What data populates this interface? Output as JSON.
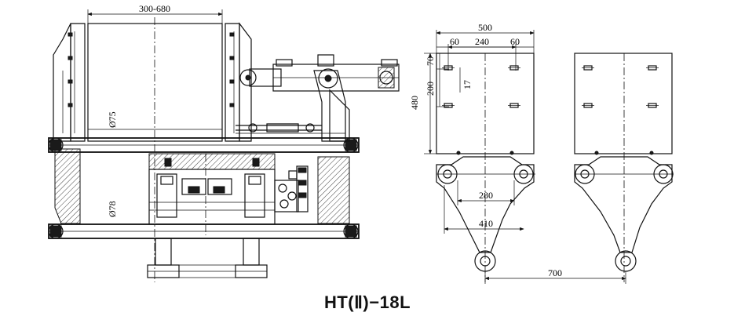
{
  "drawing": {
    "model_title": "HT(Ⅱ)−18L",
    "side_view": {
      "width_range": "300-680",
      "upper_shaft_diameter": "Ø75",
      "lower_shaft_diameter": "Ø78"
    },
    "plate_view": {
      "overall_width": "500",
      "hole_offset_left": "60",
      "hole_spacing": "240",
      "hole_offset_right": "60",
      "top_offset": "70",
      "hole_vertical_spacing": "200",
      "slot_size": "17",
      "plate_height": "480"
    },
    "lever_view": {
      "upper_pin_spacing": "280",
      "pivot_offset": "410",
      "lower_pin_spacing": "700"
    }
  }
}
